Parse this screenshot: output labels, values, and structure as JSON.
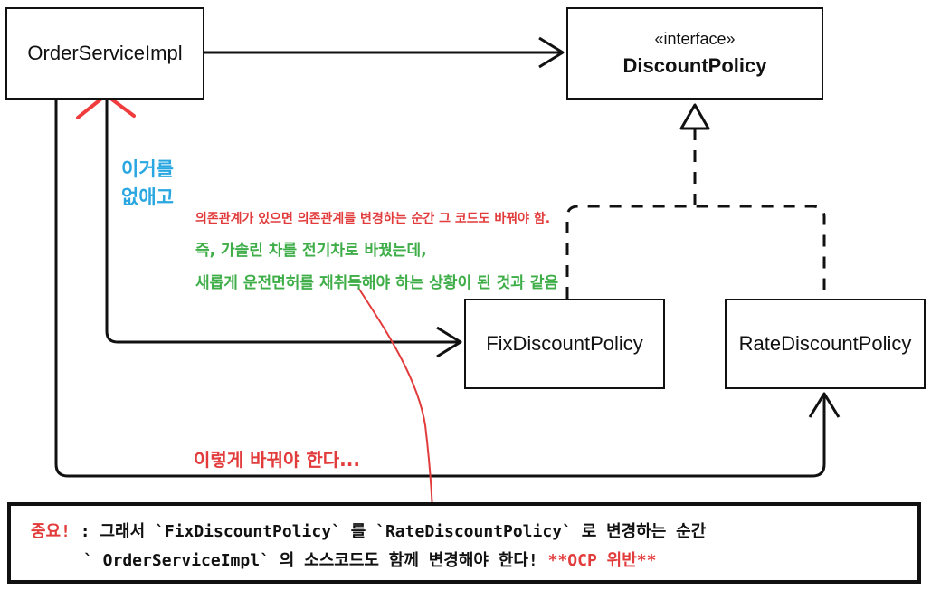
{
  "classes": {
    "order_service": "OrderServiceImpl",
    "discount_policy_stereotype": "«interface»",
    "discount_policy": "DiscountPolicy",
    "fix_discount": "FixDiscountPolicy",
    "rate_discount": "RateDiscountPolicy"
  },
  "notes": {
    "remove_line1": "이거를",
    "remove_line2": "없애고",
    "dependency_note": "의존관계가 있으면 의존관계를 변경하는 순간 그 코드도 바꿔야 함.",
    "analogy_line1": "즉, 가솔린 차를 전기차로 바꿨는데,",
    "analogy_line2": "새롭게 운전면허를 재취득해야 하는 상황이 된 것과 같음",
    "change_note": "이렇게 바꿔야 한다..."
  },
  "callout": {
    "label": "중요!",
    "line1": " : 그래서 `FixDiscountPolicy` 를 `RateDiscountPolicy` 로 변경하는 순간",
    "line2": "` OrderServiceImpl` 의 소스코드도 함께 변경해야 한다! ",
    "emphasis": "**OCP 위반**"
  },
  "colors": {
    "blue": "#2aa7e0",
    "red": "#e23b3b",
    "green": "#3fae49",
    "black": "#111111"
  }
}
